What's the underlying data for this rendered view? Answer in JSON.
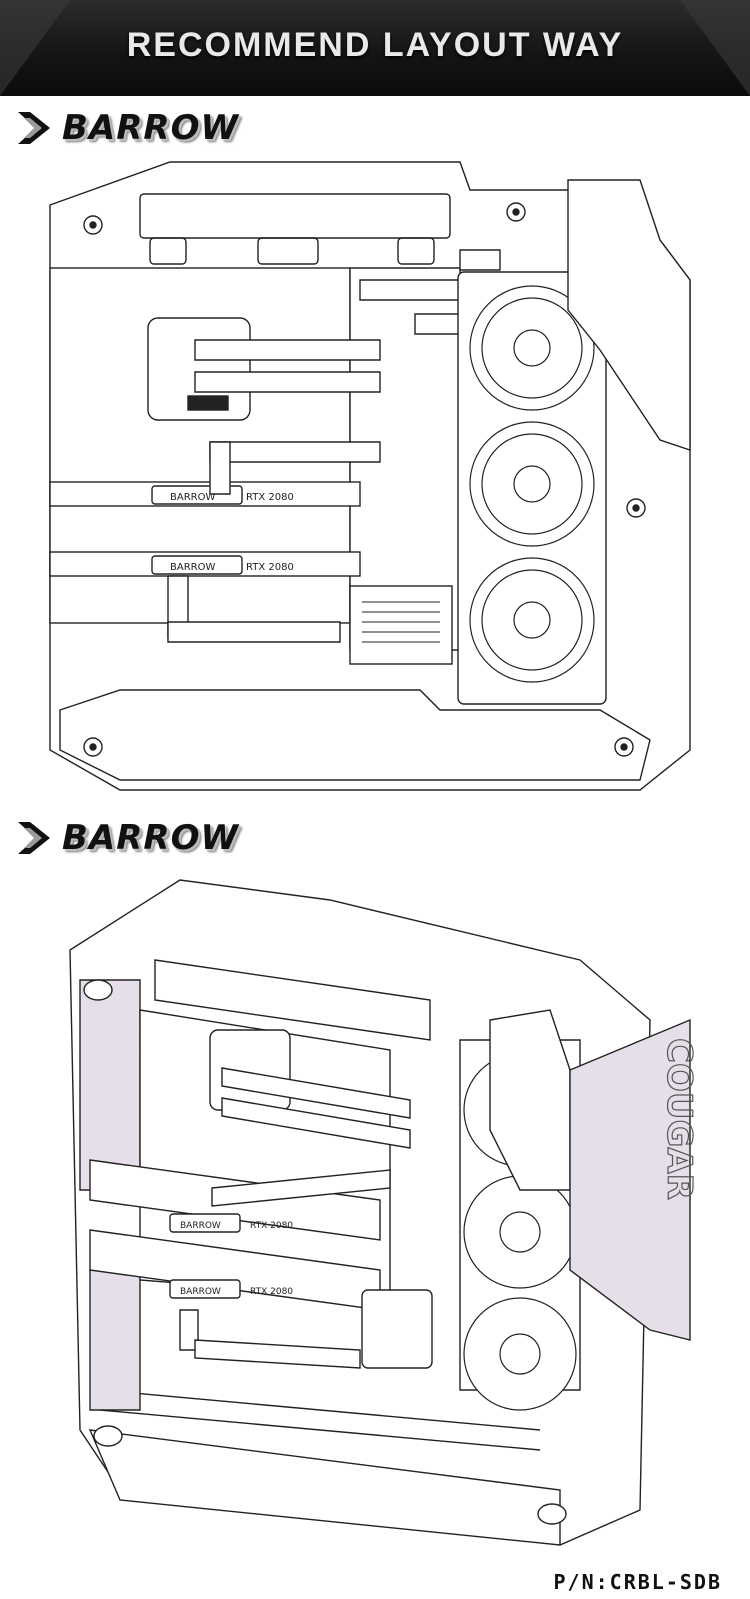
{
  "banner": {
    "title": "RECOMMEND LAYOUT WAY"
  },
  "logo": {
    "text": "BARROW",
    "icon": "barrow-arrow-logo"
  },
  "gpu": {
    "model_label": "RTX 2080",
    "block_brand": "BARROW"
  },
  "case_side_text": "COUGAR",
  "part_number": "P/N:CRBL-SDB",
  "colors": {
    "banner": "#151515",
    "line": "#222222",
    "panel_tint": "#e6dfe9"
  }
}
